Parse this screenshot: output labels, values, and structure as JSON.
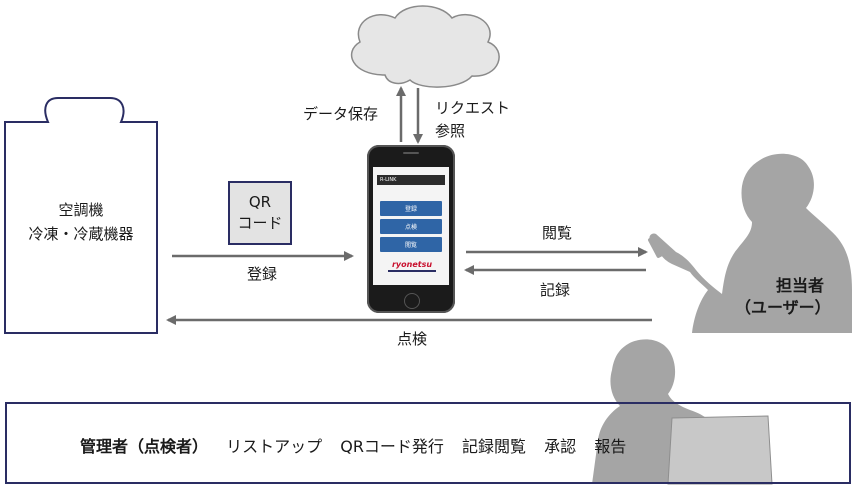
{
  "unit": {
    "line1": "空調機",
    "line2": "冷凍・冷蔵機器"
  },
  "qr": {
    "line1": "QR",
    "line2": "コード"
  },
  "arrows": {
    "register": "登録",
    "data_save": "データ保存",
    "request": "リクエスト",
    "reference": "参照",
    "browse": "閲覧",
    "record": "記録",
    "inspect": "点検"
  },
  "person": {
    "line1": "担当者",
    "line2": "（ユーザー）"
  },
  "phone": {
    "header": "R-LINK",
    "buttons": [
      "登録",
      "点検",
      "閲覧"
    ],
    "brand": "ryonetsu"
  },
  "admin": {
    "title": "管理者（点検者）",
    "tasks": [
      "リストアップ",
      "QRコード発行",
      "記録閲覧",
      "承認",
      "報告"
    ]
  },
  "colors": {
    "border": "#2a2d63",
    "arrow": "#6b6b6b",
    "silhouette": "#a5a5a5",
    "screen_button": "#2f65a6",
    "brand": "#c8102e"
  }
}
